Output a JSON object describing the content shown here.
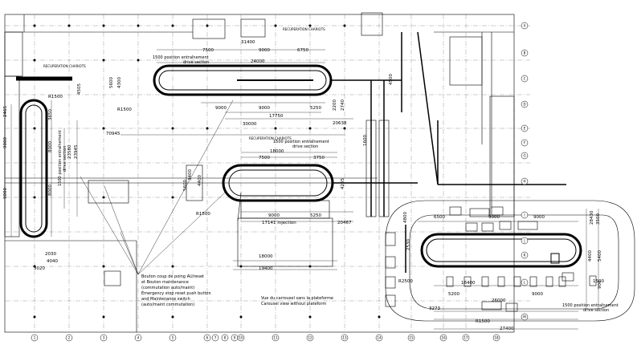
{
  "dimensions": {
    "d31400": "31400",
    "d24000": "24000",
    "d7500a": "7500",
    "d9000a": "9000",
    "d6750": "6750",
    "d5600": "5600",
    "d4300": "4300",
    "dR1500a": "R1500",
    "d9000b": "9000",
    "d9000c": "9000",
    "d5250a": "5250",
    "d2200": "2200",
    "d2740": "2740",
    "d17750": "17750",
    "d30000": "30000",
    "d20638": "20638",
    "d70945": "70945",
    "dR1500b": "R1500",
    "d3650": "3650",
    "d4505": "4505",
    "d2465": "2465",
    "d9000left": "9000",
    "d9000left2": "9000",
    "d8000a": "8000",
    "d8000b": "8000",
    "d23580": "23580",
    "d23945": "23945",
    "d18000": "18000",
    "d7500b": "7500",
    "d3750": "3750",
    "d3400": "3400",
    "d4400": "4400",
    "d5600b": "5600",
    "dR1500c": "R1500",
    "d9000d": "9000",
    "d5250b": "5250",
    "d17141": "17141 injection",
    "d20467": "20467",
    "d18000b": "18000",
    "d19400": "19400",
    "d2030": "2030",
    "d4040": "4040",
    "d3020": "3020",
    "d4800": "4800",
    "d6500": "6500",
    "d9000e": "9000",
    "d9000f": "9000",
    "d28430": "28430",
    "d3500": "3500",
    "d2530": "2530",
    "dR2500": "R2500",
    "d4400b": "4400",
    "d5400": "5400",
    "d1500": "1500",
    "d900": "900",
    "d16400": "16400",
    "d5200": "5200",
    "d9000g": "9000",
    "d26000": "26000",
    "d3273": "3273",
    "dR1500d": "R1500",
    "d27400": "27400",
    "d4205": "4205",
    "d1600": "1600",
    "d4500": "4500"
  },
  "labels": {
    "drive_top_fr": "1500 position entraînement",
    "drive_top_en": "drive section",
    "drive_mid_fr": "1500 position entraînement",
    "drive_mid_en": "drive section",
    "drive_left_fr": "1500 position entraînement",
    "drive_left_en": "drive section",
    "drive_right_fr": "1500 position entraînement",
    "drive_right_en": "drive section",
    "note1": "Bouton coup de poing AU/reset",
    "note2": "et Bouton maintenance",
    "note3": "(commutation auto/maint)",
    "note4": "Emergency stop reset push button",
    "note5": "and Maintenance switch",
    "note6": "(auto/maint commutation)",
    "carousel_fr": "Vue du carrousel sans la plateforme",
    "carousel_en": "Carousel view without plateform",
    "recup1": "RECUPERATION CHARIOTS",
    "recup2": "RECUPERATION CHARIOTS",
    "recup3": "RECUPERATION CHARIOTS"
  },
  "grid_bottom": [
    "1",
    "2",
    "3",
    "4",
    "5",
    "6",
    "7",
    "8",
    "9",
    "10",
    "11",
    "12",
    "13",
    "14",
    "15",
    "16",
    "17",
    "18"
  ],
  "grid_right": [
    "A",
    "B",
    "C",
    "D",
    "E",
    "F",
    "G",
    "H",
    "I",
    "J",
    "K",
    "L",
    "M"
  ]
}
